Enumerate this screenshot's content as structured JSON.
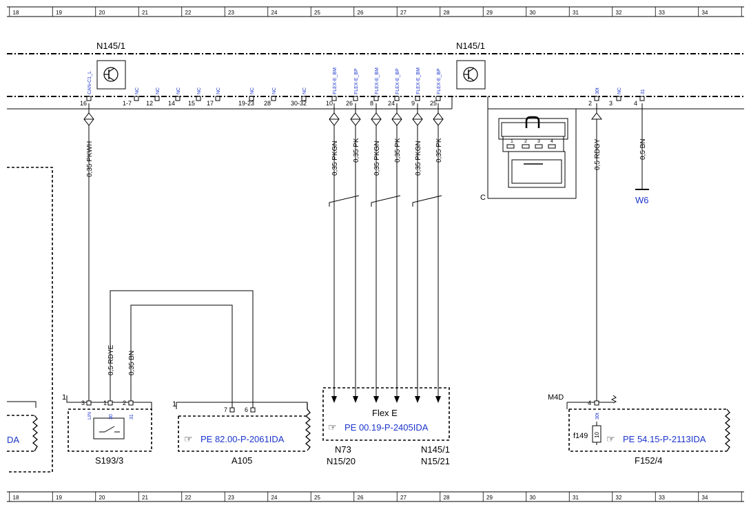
{
  "grid_numbers": [
    "18",
    "19",
    "20",
    "21",
    "22",
    "23",
    "24",
    "25",
    "26",
    "27",
    "28",
    "29",
    "30",
    "31",
    "32",
    "33",
    "34"
  ],
  "top_left_component": "N145/1",
  "top_right_component": "N145/1",
  "n145_left": {
    "pins": [
      {
        "num": "16",
        "sig": "CAN-C1_L"
      },
      {
        "num": "1-7",
        "sig": "NC"
      },
      {
        "num": "12",
        "sig": "NC"
      },
      {
        "num": "14",
        "sig": "NC"
      },
      {
        "num": "15",
        "sig": "NC"
      },
      {
        "num": "17",
        "sig": "NC"
      },
      {
        "num": "19-23",
        "sig": "NC"
      },
      {
        "num": "28",
        "sig": "NC"
      },
      {
        "num": "30-32",
        "sig": "NC"
      },
      {
        "num": "10",
        "sig": "FLEX-E_BM"
      },
      {
        "num": "26",
        "sig": "FLEX-E_BP"
      },
      {
        "num": "8",
        "sig": "FLEX-E_BM"
      },
      {
        "num": "24",
        "sig": "FLEX-E_BP"
      },
      {
        "num": "9",
        "sig": "FLEX-E_BM"
      },
      {
        "num": "25",
        "sig": "FLEX-E_BP"
      }
    ]
  },
  "n145_right": {
    "pins": [
      {
        "num": "2",
        "sig": "30t"
      },
      {
        "num": "3",
        "sig": "NC"
      },
      {
        "num": "4",
        "sig": "31"
      }
    ],
    "connector_label": "C",
    "connector_pins": [
      "1",
      "2",
      "3",
      "4"
    ]
  },
  "wires": [
    {
      "label": "0,35 PKWH"
    },
    {
      "label": "0,35 PKGN"
    },
    {
      "label": "0,35 PK"
    },
    {
      "label": "0,35 PKGN"
    },
    {
      "label": "0,35 PK"
    },
    {
      "label": "0,35 PKGN"
    },
    {
      "label": "0,35 PK"
    },
    {
      "label": "0,5 RDGY"
    },
    {
      "label": "0,5 BN"
    },
    {
      "label": "0,5 RDYE"
    },
    {
      "label": "0,35 BN"
    }
  ],
  "ground": "W6",
  "s193": {
    "name": "S193/3",
    "corner": "1",
    "pins": [
      {
        "num": "3",
        "sig": "LIN"
      },
      {
        "num": "1",
        "sig": "30"
      },
      {
        "num": "2",
        "sig": "31"
      }
    ]
  },
  "a105": {
    "name": "A105",
    "corner": "1",
    "pins": [
      "7",
      "6"
    ],
    "ref": "PE 82.00-P-2061IDA"
  },
  "flex": {
    "title": "Flex E",
    "ref": "PE 00.19-P-2405IDA",
    "dest_left": [
      "N73",
      "N15/20"
    ],
    "dest_right": [
      "N145/1",
      "N15/21"
    ]
  },
  "f152": {
    "name": "F152/4",
    "connector": "M4D",
    "pin": "4",
    "sig": "30t",
    "fuse": "f149",
    "fuse_value": "10",
    "ref": "PE 54.15-P-2113IDA"
  },
  "left_partial_ref": "DA"
}
